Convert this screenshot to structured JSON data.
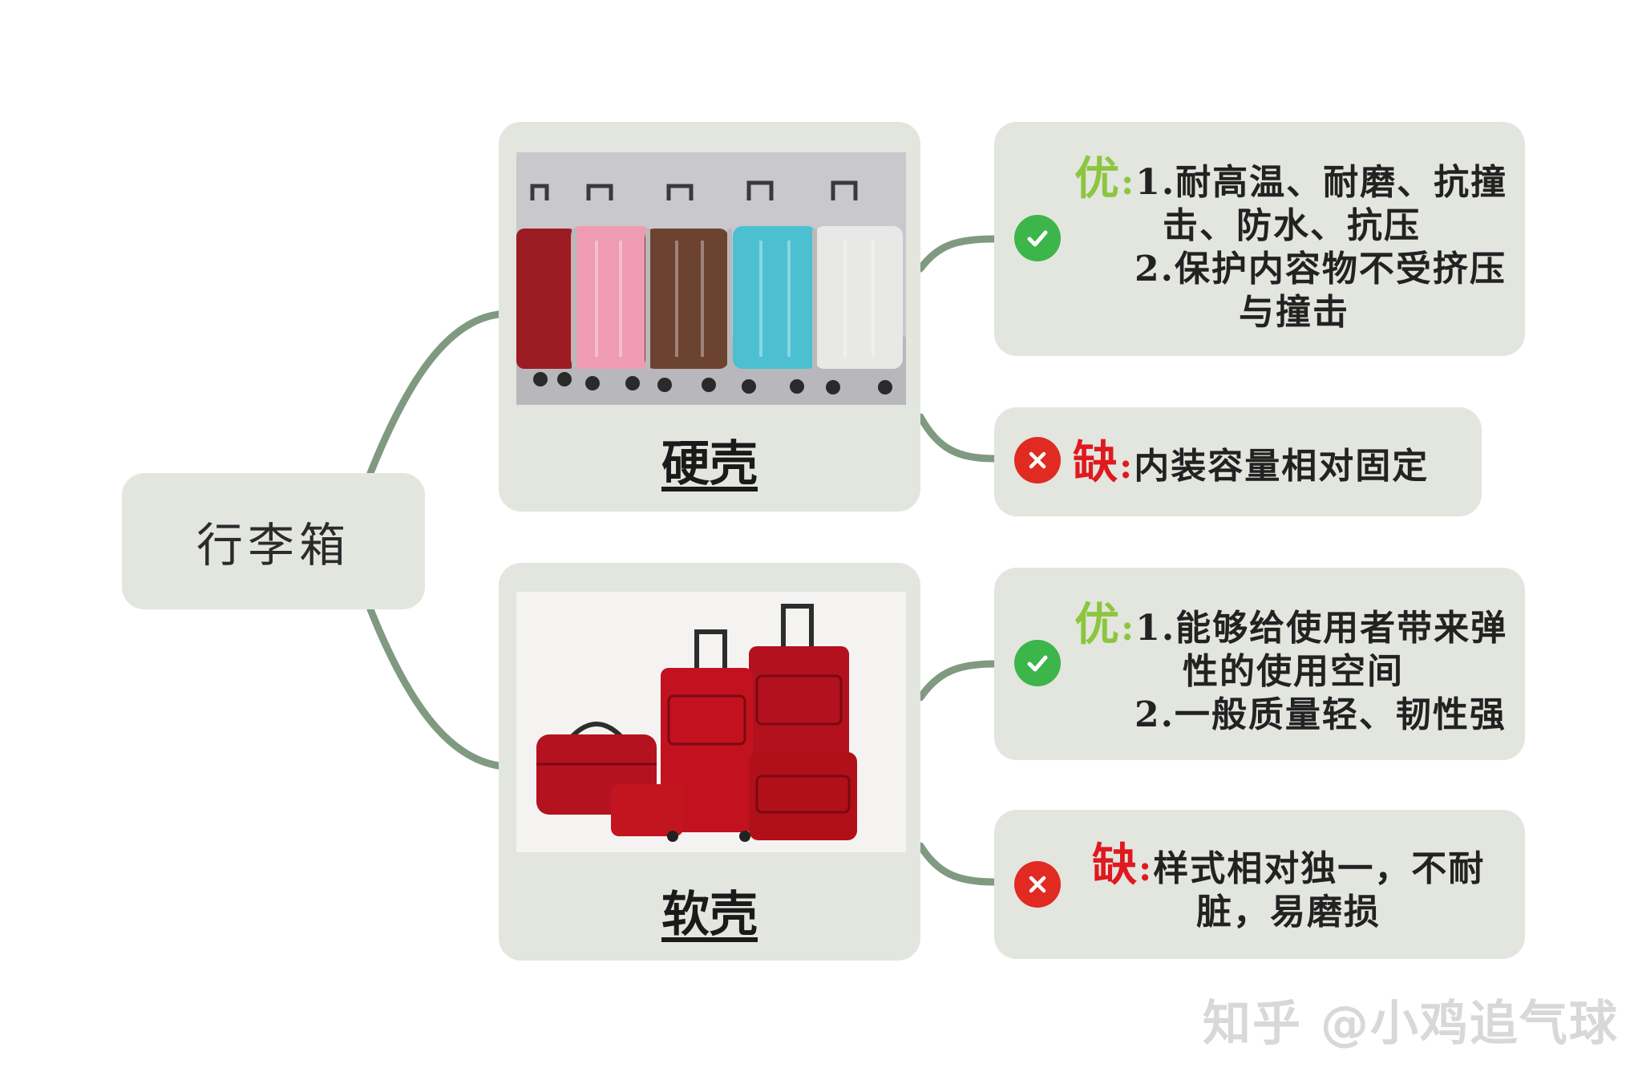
{
  "root": {
    "label": "行李箱"
  },
  "branches": [
    {
      "title": "硬壳",
      "pros_tag": "优",
      "pros_lines": [
        "1.耐高温、耐磨、抗撞",
        "击、防水、抗压",
        "2.保护内容物不受挤压",
        "与撞击"
      ],
      "cons_tag": "缺",
      "cons_lines": [
        "内装容量相对固定"
      ]
    },
    {
      "title": "软壳",
      "pros_tag": "优",
      "pros_lines": [
        "1.能够给使用者带来弹",
        "性的使用空间",
        "2.一般质量轻、韧性强"
      ],
      "cons_tag": "缺",
      "cons_lines": [
        "样式相对独一，不耐",
        "脏，易磨损"
      ]
    }
  ],
  "watermark": "知乎 @小鸡追气球",
  "colors": {
    "box": "#e3e5df",
    "connector": "#7f9a80",
    "pro_badge": "#3cb54a",
    "con_badge": "#e02a22",
    "pro_tag": "#8cc63f",
    "con_tag": "#e0191f"
  }
}
